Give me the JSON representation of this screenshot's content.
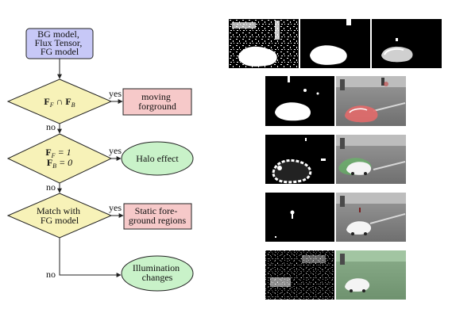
{
  "flowchart": {
    "start": {
      "lines": [
        "BG model,",
        "Flux Tensor,",
        "FG model"
      ],
      "fill": "#c7c8f7"
    },
    "decision1": {
      "text": "F_F ∩ F_B",
      "fill": "#f7f2b8"
    },
    "decision2": {
      "lines": [
        "F_F = 1",
        "F_B = 0"
      ],
      "fill": "#f7f2b8"
    },
    "decision3": {
      "lines": [
        "Match with",
        "FG model"
      ],
      "fill": "#f7f2b8"
    },
    "out_moving": {
      "lines": [
        "moving",
        "forground"
      ],
      "fill": "#f6c9c9"
    },
    "out_halo": {
      "text": "Halo effect",
      "fill": "#c9f2c9"
    },
    "out_static": {
      "lines": [
        "Static fore-",
        "ground regions"
      ],
      "fill": "#f6c9c9"
    },
    "out_illum": {
      "lines": [
        "Illumination",
        "changes"
      ],
      "fill": "#c9f2c9"
    },
    "labels": {
      "yes": "yes",
      "no": "no"
    }
  },
  "image_panels": [
    {
      "row": "row-1",
      "tiles": [
        "mask",
        "mask",
        "mask"
      ]
    },
    {
      "row": "row-2",
      "tiles": [
        "mask",
        "frame-highlight-red"
      ]
    },
    {
      "row": "row-3",
      "tiles": [
        "mask",
        "frame-highlight-green"
      ]
    },
    {
      "row": "row-4",
      "tiles": [
        "mask",
        "frame"
      ]
    },
    {
      "row": "row-5",
      "tiles": [
        "mask",
        "frame-highlight-green"
      ]
    }
  ]
}
